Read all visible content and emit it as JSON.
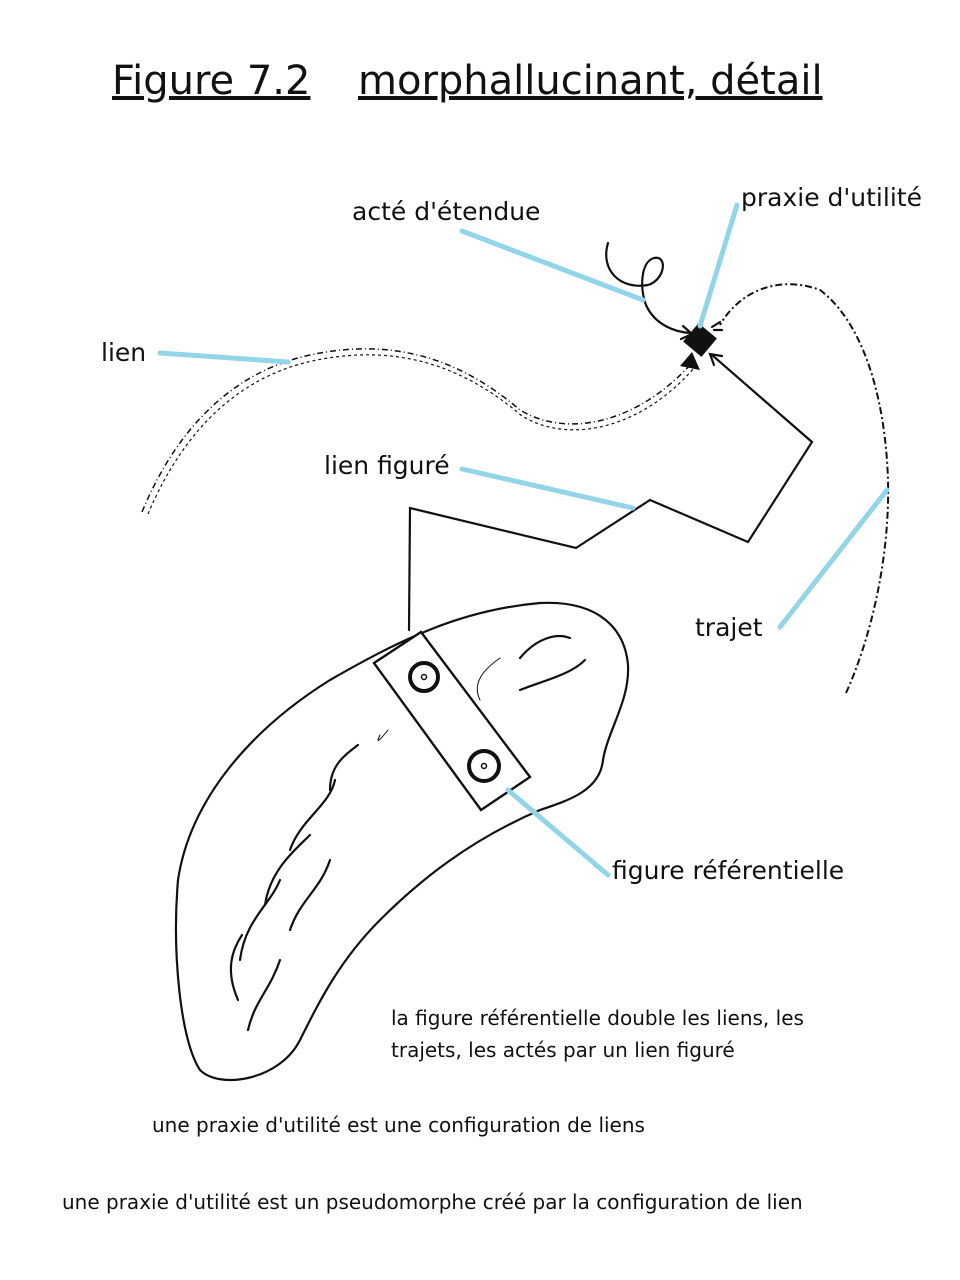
{
  "title": {
    "figure": "Figure 7.2",
    "subject": "morphallucinant, détail"
  },
  "labels": {
    "acte_etendue": "acté d'étendue",
    "praxie_utilite": "praxie d'utilité",
    "lien": "lien",
    "lien_figure": "lien figuré",
    "trajet": "trajet",
    "figure_referentielle": "figure référentielle"
  },
  "notes": {
    "note1_line1": "la figure référentielle double les liens, les",
    "note1_line2": "trajets, les actés par un lien figuré",
    "note2": "une praxie d'utilité est une configuration de liens",
    "note3": "une praxie d'utilité est un pseudomorphe créé par la configuration de lien"
  },
  "colors": {
    "leader": "#93d5e8",
    "ink": "#111111"
  }
}
